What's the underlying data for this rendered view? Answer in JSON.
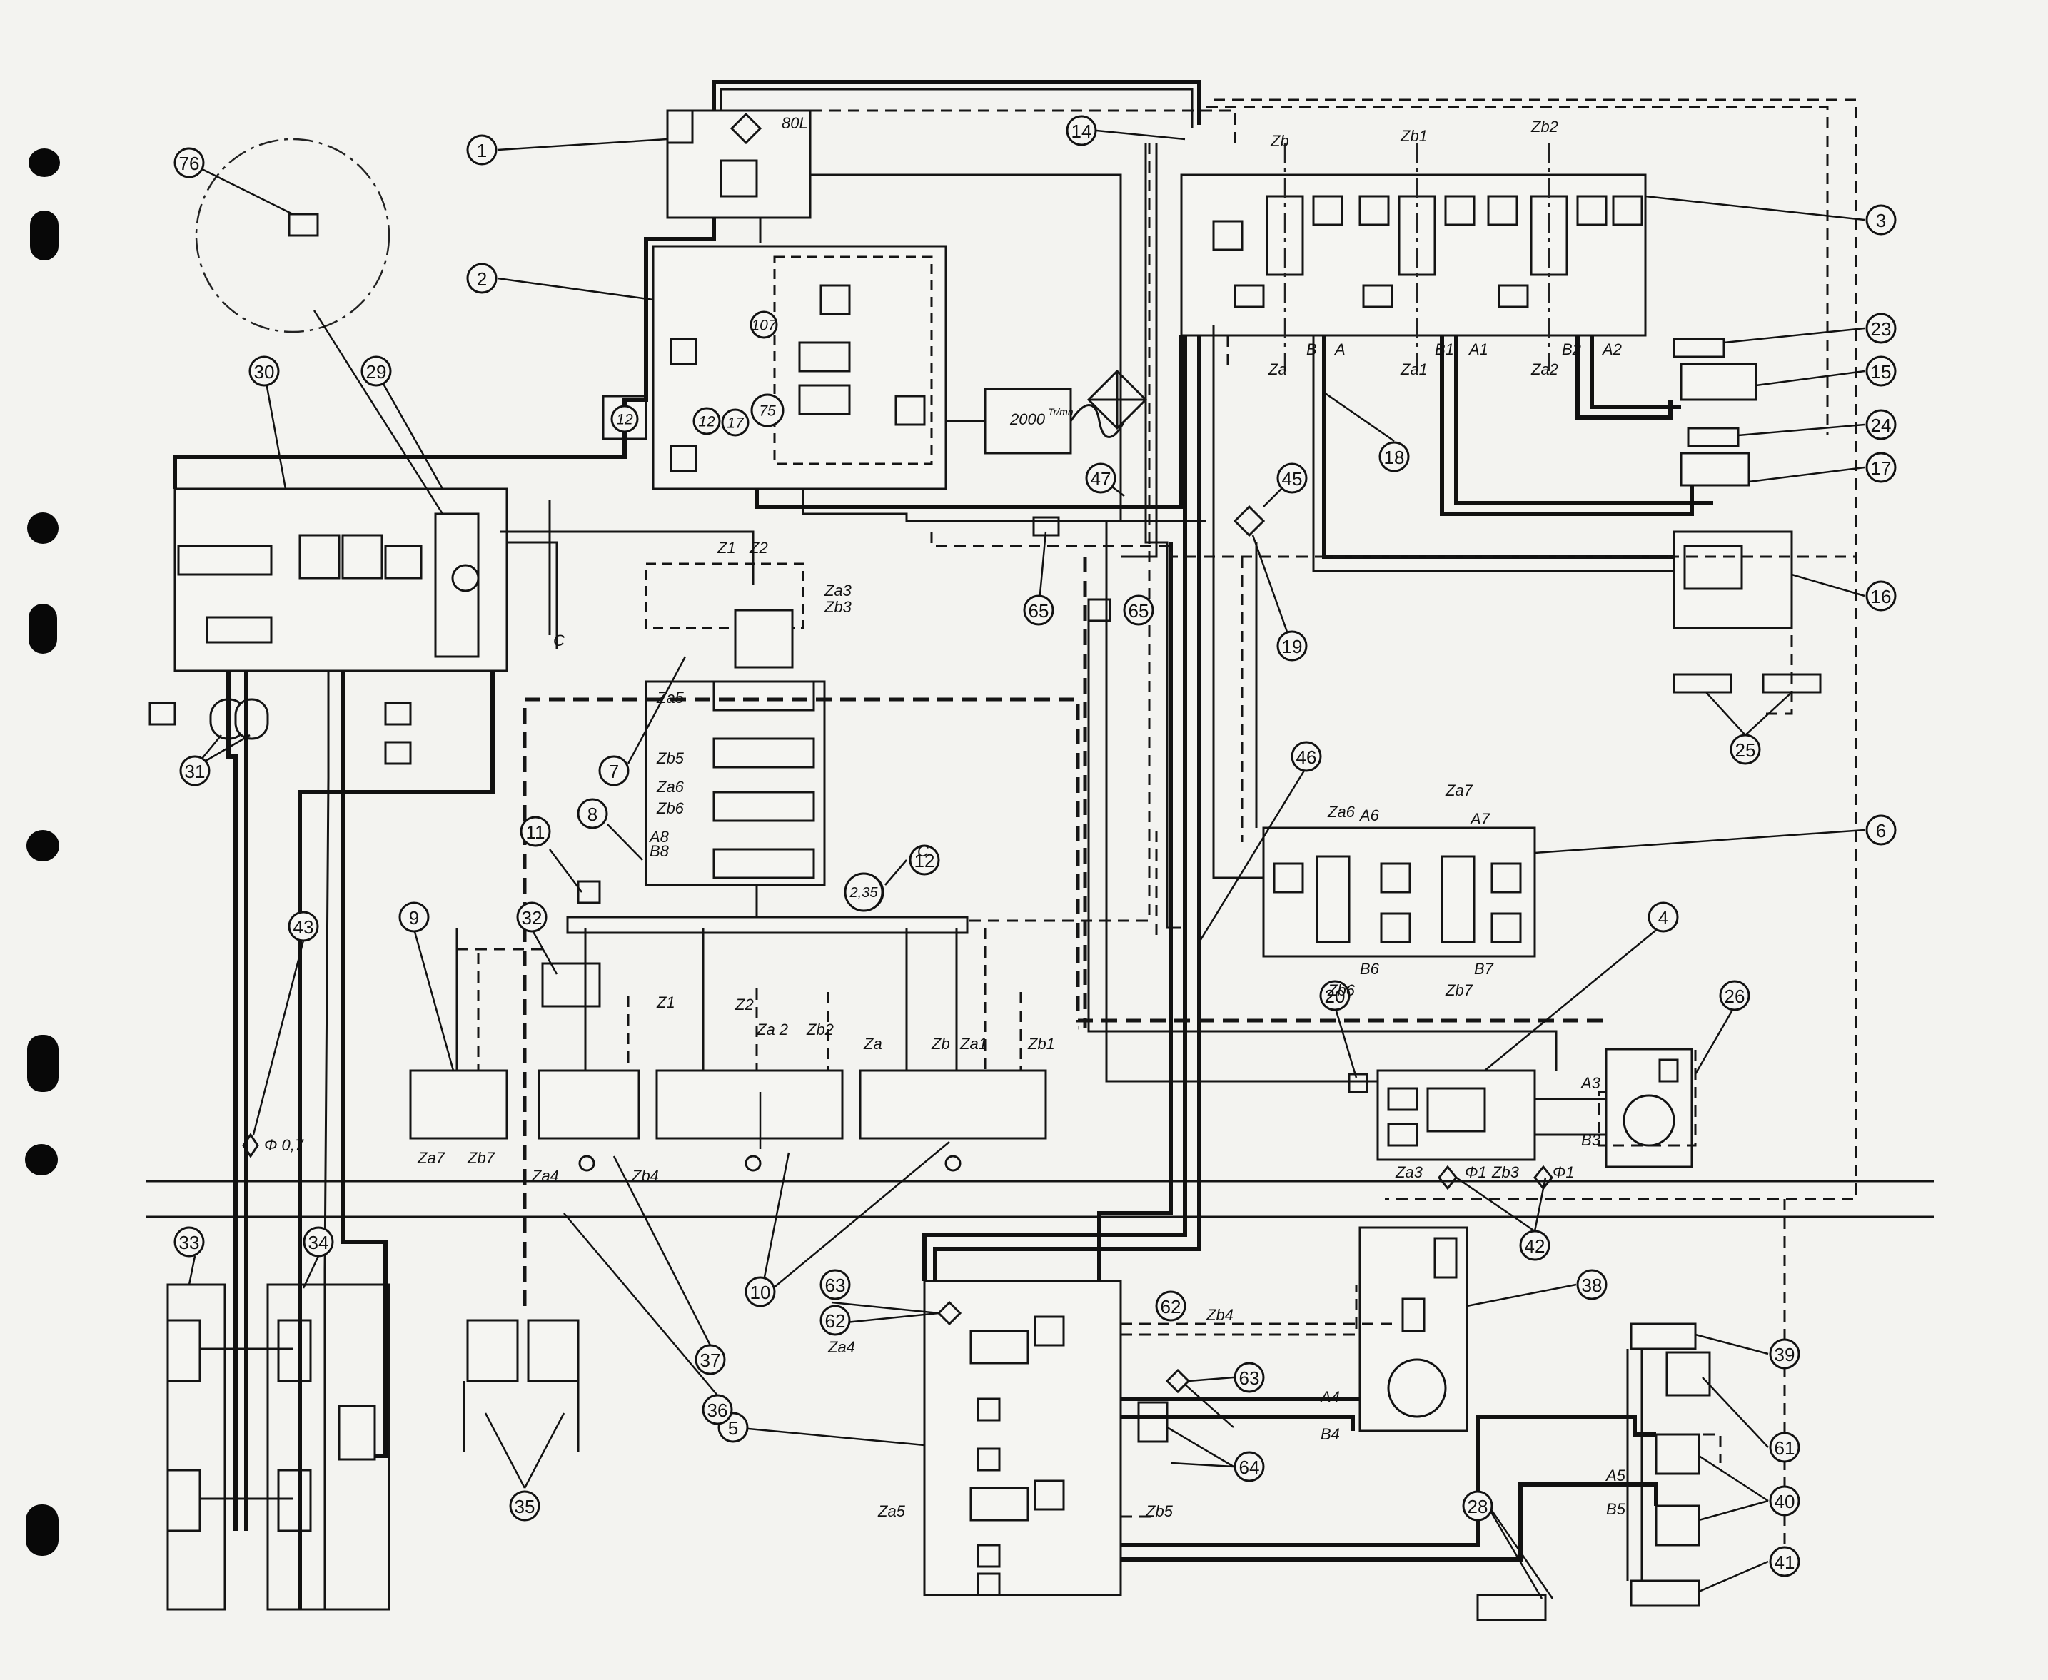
{
  "diagram": {
    "callouts": [
      {
        "id": "c1",
        "text": "1"
      },
      {
        "id": "c2",
        "text": "2"
      },
      {
        "id": "c3",
        "text": "3"
      },
      {
        "id": "c4",
        "text": "4"
      },
      {
        "id": "c5",
        "text": "5"
      },
      {
        "id": "c6",
        "text": "6"
      },
      {
        "id": "c7",
        "text": "7"
      },
      {
        "id": "c8",
        "text": "8"
      },
      {
        "id": "c9",
        "text": "9"
      },
      {
        "id": "c10",
        "text": "10"
      },
      {
        "id": "c11",
        "text": "11"
      },
      {
        "id": "c12",
        "text": "12"
      },
      {
        "id": "c14",
        "text": "14"
      },
      {
        "id": "c15",
        "text": "15"
      },
      {
        "id": "c16",
        "text": "16"
      },
      {
        "id": "c17",
        "text": "17"
      },
      {
        "id": "c18",
        "text": "18"
      },
      {
        "id": "c19",
        "text": "19"
      },
      {
        "id": "c20",
        "text": "20"
      },
      {
        "id": "c23",
        "text": "23"
      },
      {
        "id": "c24",
        "text": "24"
      },
      {
        "id": "c25",
        "text": "25"
      },
      {
        "id": "c26",
        "text": "26"
      },
      {
        "id": "c28",
        "text": "28"
      },
      {
        "id": "c29",
        "text": "29"
      },
      {
        "id": "c30",
        "text": "30"
      },
      {
        "id": "c31",
        "text": "31"
      },
      {
        "id": "c32",
        "text": "32"
      },
      {
        "id": "c33",
        "text": "33"
      },
      {
        "id": "c34",
        "text": "34"
      },
      {
        "id": "c35",
        "text": "35"
      },
      {
        "id": "c36",
        "text": "36"
      },
      {
        "id": "c37",
        "text": "37"
      },
      {
        "id": "c38",
        "text": "38"
      },
      {
        "id": "c39",
        "text": "39"
      },
      {
        "id": "c40",
        "text": "40"
      },
      {
        "id": "c41",
        "text": "41"
      },
      {
        "id": "c42",
        "text": "42"
      },
      {
        "id": "c43",
        "text": "43"
      },
      {
        "id": "c45",
        "text": "45"
      },
      {
        "id": "c46",
        "text": "46"
      },
      {
        "id": "c47",
        "text": "47"
      },
      {
        "id": "c61",
        "text": "61"
      },
      {
        "id": "c62",
        "text": "62"
      },
      {
        "id": "c62b",
        "text": "62"
      },
      {
        "id": "c63",
        "text": "63"
      },
      {
        "id": "c63b",
        "text": "63"
      },
      {
        "id": "c64",
        "text": "64"
      },
      {
        "id": "c65",
        "text": "65"
      },
      {
        "id": "c65b",
        "text": "65"
      },
      {
        "id": "c76",
        "text": "76"
      }
    ],
    "inline_symbols": [
      {
        "id": "s12a",
        "text": "12"
      },
      {
        "id": "s12b",
        "text": "12"
      },
      {
        "id": "s17",
        "text": "17"
      },
      {
        "id": "s75",
        "text": "75"
      },
      {
        "id": "s107",
        "text": "107"
      },
      {
        "id": "s235",
        "text": "2,35"
      }
    ],
    "labels": [
      {
        "id": "l_80L",
        "text": "80L"
      },
      {
        "id": "l_2000",
        "text": "2000"
      },
      {
        "id": "l_rpm",
        "text": "Tr/mn"
      },
      {
        "id": "l_Zb",
        "text": "Zb"
      },
      {
        "id": "l_Zb1",
        "text": "Zb1"
      },
      {
        "id": "l_Zb2",
        "text": "Zb2"
      },
      {
        "id": "l_B",
        "text": "B"
      },
      {
        "id": "l_A",
        "text": "A"
      },
      {
        "id": "l_B1",
        "text": "B1"
      },
      {
        "id": "l_A1",
        "text": "A1"
      },
      {
        "id": "l_B2",
        "text": "B2"
      },
      {
        "id": "l_A2",
        "text": "A2"
      },
      {
        "id": "l_Za",
        "text": "Za"
      },
      {
        "id": "l_Za1",
        "text": "Za1"
      },
      {
        "id": "l_Za2",
        "text": "Za2"
      },
      {
        "id": "l_Z1",
        "text": "Z1"
      },
      {
        "id": "l_Z2",
        "text": "Z2"
      },
      {
        "id": "l_Za3",
        "text": "Za3"
      },
      {
        "id": "l_Zb3",
        "text": "Zb3"
      },
      {
        "id": "l_Za5",
        "text": "Za5"
      },
      {
        "id": "l_Zb5",
        "text": "Zb5"
      },
      {
        "id": "l_Za6",
        "text": "Za6"
      },
      {
        "id": "l_Zb6",
        "text": "Zb6"
      },
      {
        "id": "l_A8",
        "text": "A8"
      },
      {
        "id": "l_B8",
        "text": "B8"
      },
      {
        "id": "l_C1",
        "text": "C"
      },
      {
        "id": "l_C2",
        "text": "C"
      },
      {
        "id": "l_Za6r",
        "text": "Za6"
      },
      {
        "id": "l_A6",
        "text": "A6"
      },
      {
        "id": "l_Za7",
        "text": "Za7"
      },
      {
        "id": "l_A7",
        "text": "A7"
      },
      {
        "id": "l_B6",
        "text": "B6"
      },
      {
        "id": "l_B7",
        "text": "B7"
      },
      {
        "id": "l_Zb6r",
        "text": "Zb6"
      },
      {
        "id": "l_Zb7",
        "text": "Zb7"
      },
      {
        "id": "l_A3",
        "text": "A3"
      },
      {
        "id": "l_B3",
        "text": "B3"
      },
      {
        "id": "l_Za3b",
        "text": "Za3"
      },
      {
        "id": "l_phi1a",
        "text": "Φ1"
      },
      {
        "id": "l_Zb3b",
        "text": "Zb3"
      },
      {
        "id": "l_phi1b",
        "text": "Φ1"
      },
      {
        "id": "l_phi07",
        "text": "Φ 0,7"
      },
      {
        "id": "l_Za7b",
        "text": "Za7"
      },
      {
        "id": "l_Zb7b",
        "text": "Zb7"
      },
      {
        "id": "l_Za4",
        "text": "Za4"
      },
      {
        "id": "l_Zb4",
        "text": "Zb4"
      },
      {
        "id": "l_Z1b",
        "text": "Z1"
      },
      {
        "id": "l_Z2b",
        "text": "Z2"
      },
      {
        "id": "l_Za2b",
        "text": "Za 2"
      },
      {
        "id": "l_Zb2b",
        "text": "Zb2"
      },
      {
        "id": "l_Zab",
        "text": "Za"
      },
      {
        "id": "l_Zbb",
        "text": "Zb"
      },
      {
        "id": "l_Za1b",
        "text": "Za1"
      },
      {
        "id": "l_Zb1b",
        "text": "Zb1"
      },
      {
        "id": "l_Za4b",
        "text": "Za4"
      },
      {
        "id": "l_Zb4b",
        "text": "Zb4"
      },
      {
        "id": "l_A4",
        "text": "A4"
      },
      {
        "id": "l_B4",
        "text": "B4"
      },
      {
        "id": "l_Za5b",
        "text": "Za5"
      },
      {
        "id": "l_Zb5b",
        "text": "Zb5"
      },
      {
        "id": "l_A5",
        "text": "A5"
      },
      {
        "id": "l_B5",
        "text": "B5"
      }
    ]
  }
}
